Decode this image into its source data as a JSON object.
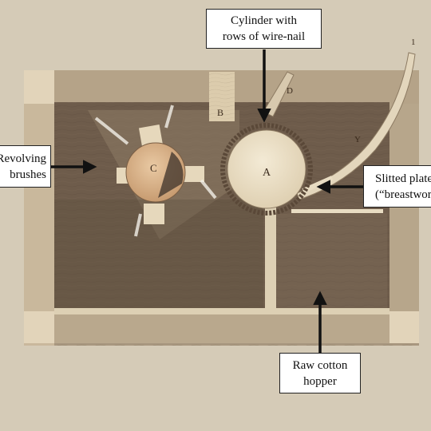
{
  "labels": {
    "cylinder": [
      "Cylinder with",
      "rows of wire-nail"
    ],
    "brushes": [
      "Revolving",
      "brushes"
    ],
    "breastwork": [
      "Slitted plate",
      "(“breastwork”)"
    ],
    "hopper": [
      "Raw cotton",
      "hopper"
    ]
  },
  "letters": {
    "a": "A",
    "b": "B",
    "c": "C",
    "d": "D",
    "y": "Y",
    "one": "1"
  },
  "colors": {
    "paper": "#d9cfbd",
    "wood_dark": "#6e5c4b",
    "wood_frame": "#ad9d86",
    "wood_light": "#d8c9ae",
    "arrow": "#111111"
  }
}
